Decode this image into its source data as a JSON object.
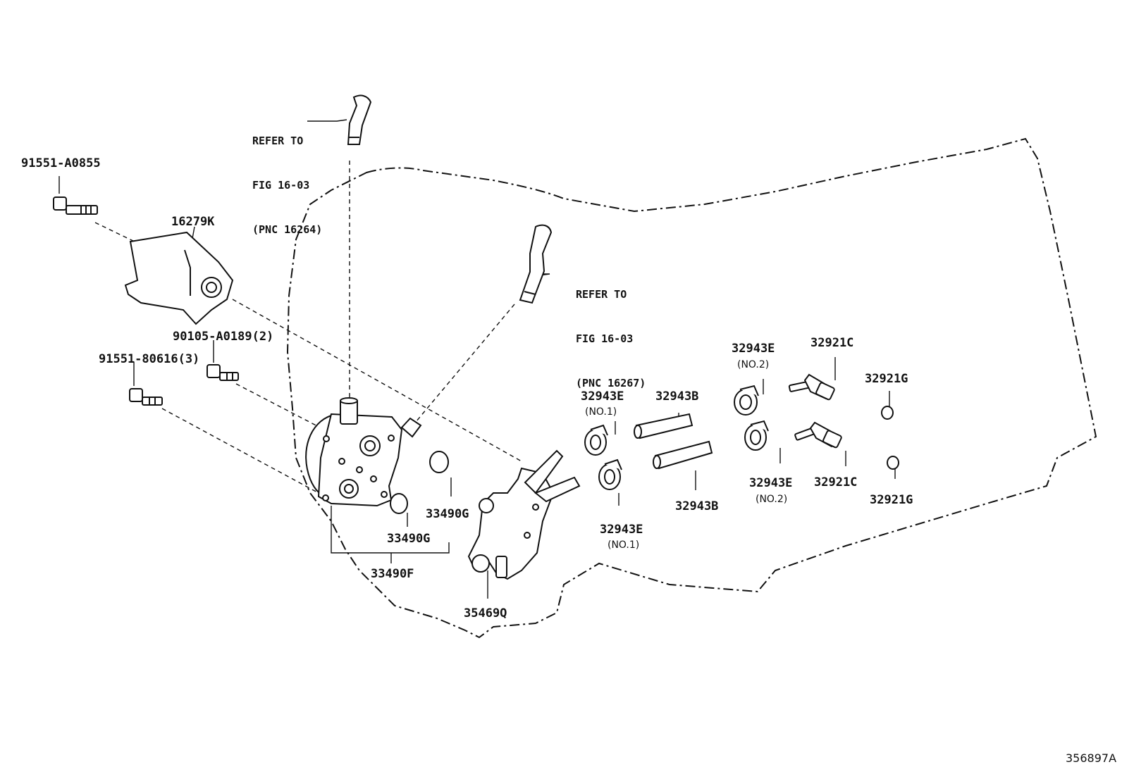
{
  "labels": {
    "p91551_a0855": "91551-A0855",
    "p16279k": "16279K",
    "p90105_a0189": "90105-A0189(2)",
    "p91551_80616": "91551-80616(3)",
    "ref1_line1": "REFER TO",
    "ref1_line2": "FIG 16-03",
    "ref1_line3": "(PNC 16264)",
    "ref2_line1": "REFER TO",
    "ref2_line2": "FIG 16-03",
    "ref2_line3": "(PNC 16267)",
    "p33490g_a": "33490G",
    "p33490g_b": "33490G",
    "p33490f": "33490F",
    "p35469q": "35469Q",
    "p32943e_no1_top": "32943E",
    "no1_top": "(NO.1)",
    "p32943e_no1_bottom": "32943E",
    "no1_bottom": "(NO.1)",
    "p32943b_top": "32943B",
    "p32943b_bottom": "32943B",
    "p32943e_no2_top": "32943E",
    "no2_top": "(NO.2)",
    "p32943e_no2_bottom": "32943E",
    "no2_bottom": "(NO.2)",
    "p32921c_top": "32921C",
    "p32921c_bottom": "32921C",
    "p32921g_top": "32921G",
    "p32921g_bottom": "32921G",
    "figure_id": "356897A"
  }
}
